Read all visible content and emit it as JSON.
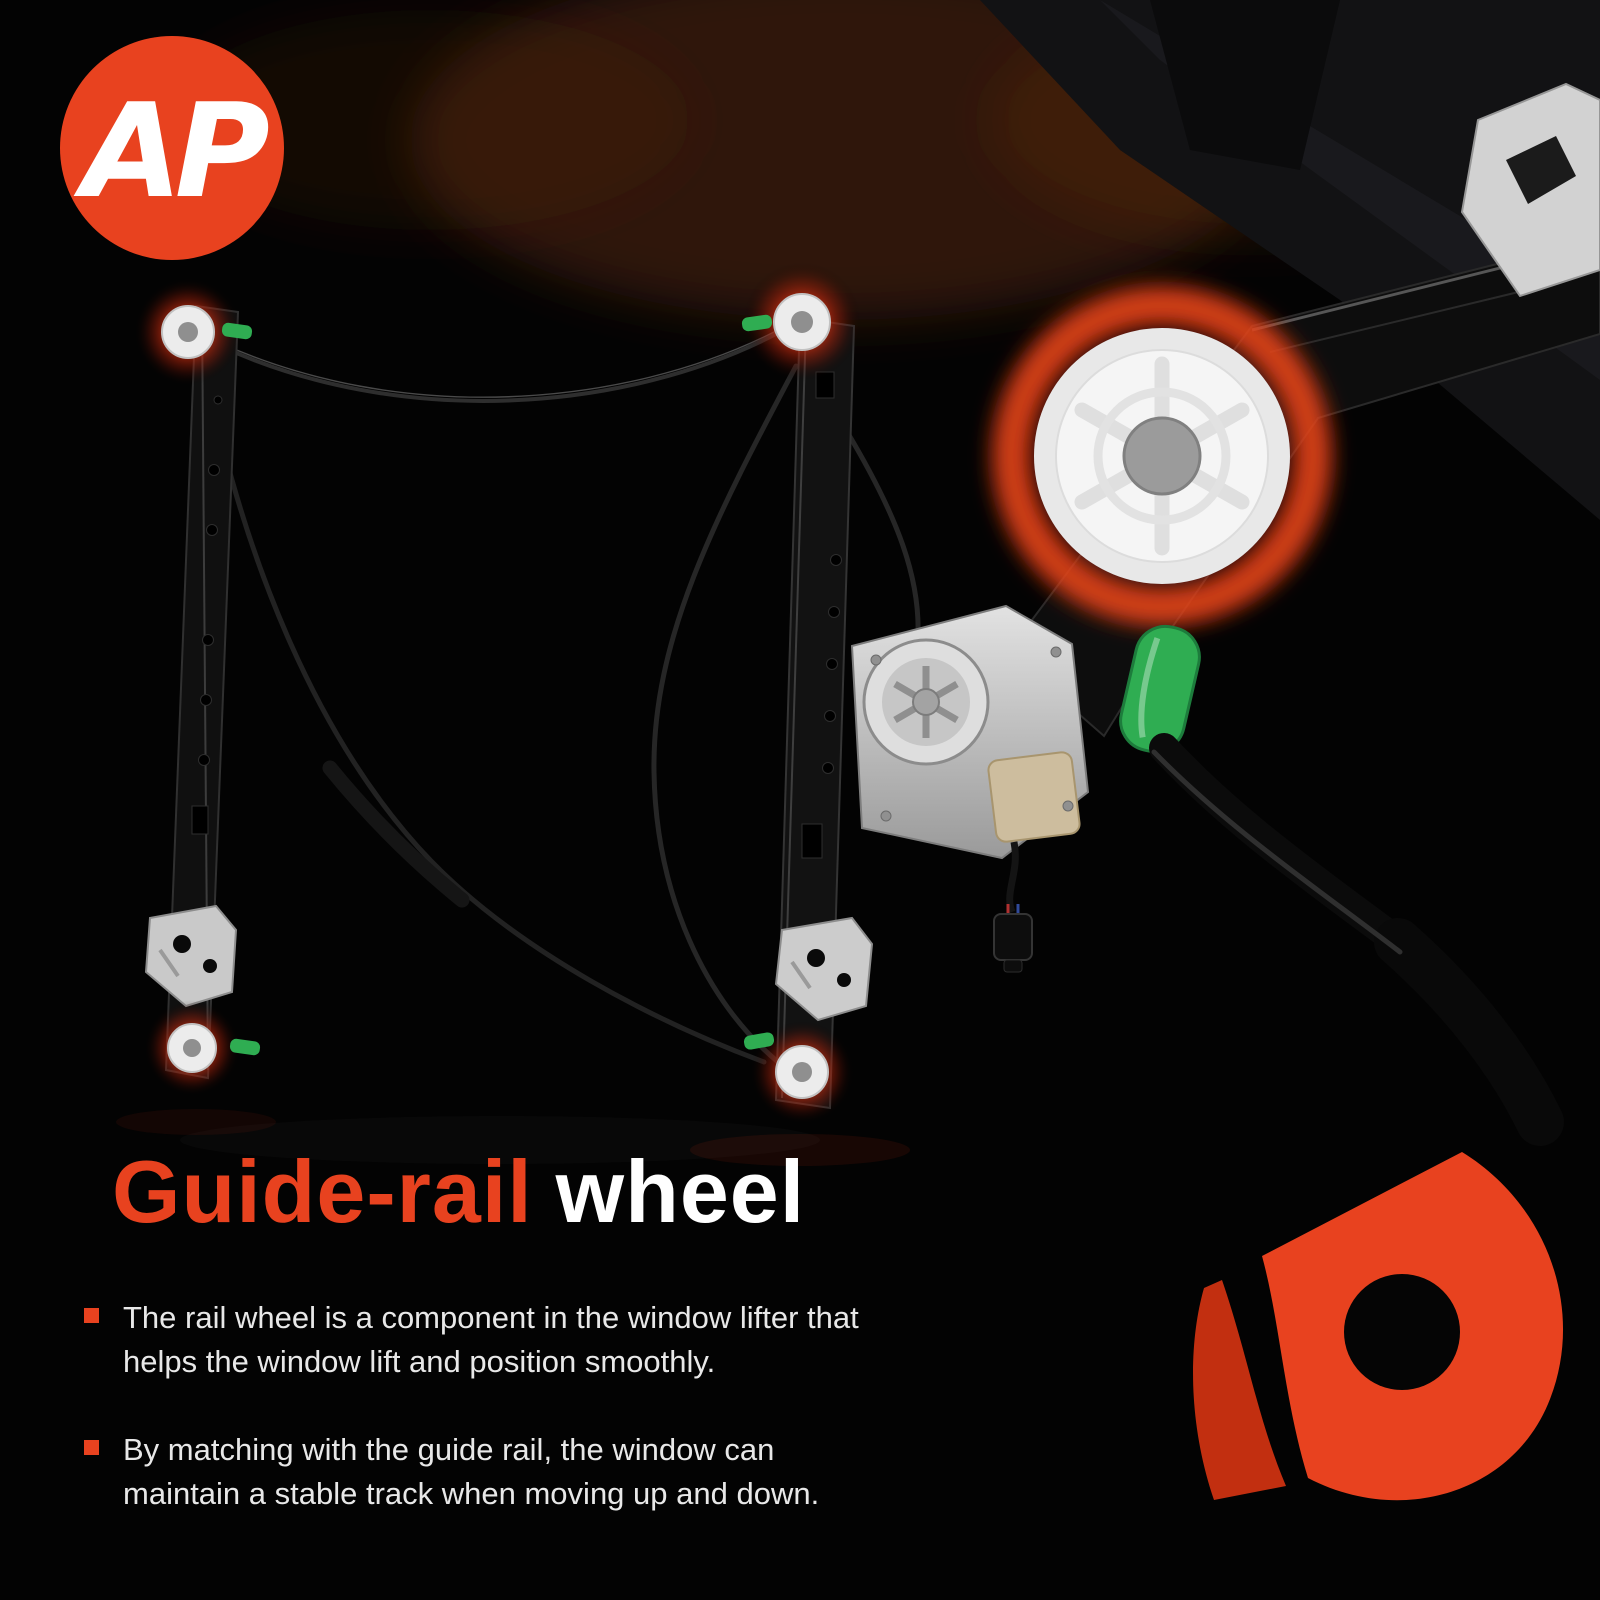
{
  "brand": {
    "logo_text": "AP"
  },
  "content": {
    "heading": {
      "highlight": "Guide-rail",
      "rest": "wheel"
    },
    "bullets": [
      {
        "lines": [
          "The rail wheel is a component in the window lifter that",
          "helps the window lift and position smoothly."
        ]
      },
      {
        "lines": [
          "By matching with the guide rail, the window can",
          "maintain a stable track when moving up and down."
        ]
      }
    ]
  },
  "icons": {
    "brand_logo": "a-premium-monogram",
    "bullet": "red-square",
    "highlight": "glowing-ring-around-guide-rail-wheel",
    "decoration": "red-d-ribbon-mark"
  },
  "colors": {
    "accent": "#e8421f",
    "accent_deep": "#c22f10",
    "background": "#030303",
    "text": "#e8e8e8",
    "glow": "#dc3511",
    "clip_green": "#2fad52"
  }
}
